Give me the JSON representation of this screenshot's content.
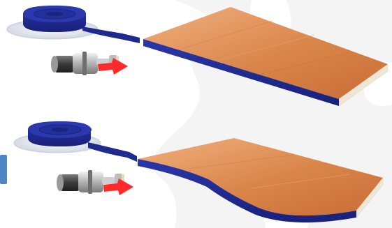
{
  "illustration": {
    "panels": [
      {
        "id": "straight-edge",
        "shape": "straight",
        "feed_direction": "right"
      },
      {
        "id": "curved-edge",
        "shape": "curved",
        "feed_direction": "right"
      }
    ],
    "colors": {
      "edge_band": "#1f2a8f",
      "edge_band_dark": "#141b63",
      "wood_light": "#e8a06a",
      "wood_dark": "#c56f3a",
      "board_core": "#efe6d6",
      "arrow": "#ff2a2a",
      "cartridge_metal": "#c9c9c9",
      "cartridge_dark": "#3b3b3b",
      "platter": "#e3e6ee",
      "background_shape": "#f3f3f3",
      "left_tab": "#4f86c6"
    },
    "icons": [
      "edge-band-roll-icon",
      "heater-cartridge-icon",
      "feed-arrow-icon",
      "wood-board-icon"
    ]
  }
}
